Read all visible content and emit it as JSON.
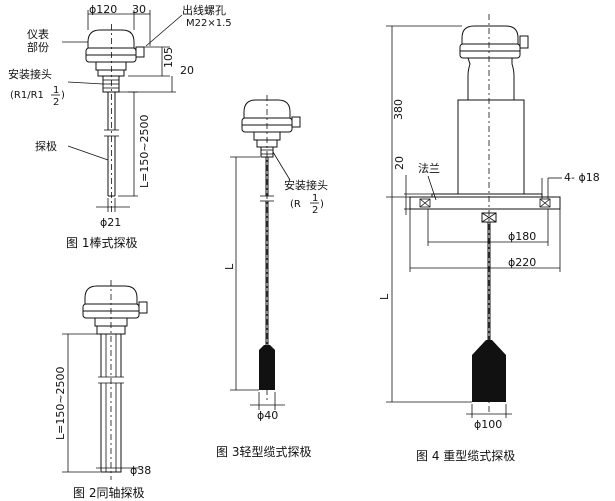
{
  "figures": [
    {
      "caption": "图 1棒式探极",
      "labels": {
        "head_dia": "ϕ120",
        "offset_30": "30",
        "thread_title": "出线螺孔",
        "thread_spec": "M22×1.5",
        "meter_l1": "仪表",
        "meter_l2": "部份",
        "fitting_l1": "安装接头",
        "fitting_l2": "(R1/R1",
        "fitting_frac_num": "1",
        "fitting_frac_den": "2",
        "height_105": "105",
        "dim_20": "20",
        "probe": "探极",
        "length": "L=150~2500",
        "rod_dia": "ϕ21"
      }
    },
    {
      "caption": "图 2同轴探极",
      "labels": {
        "length": "L=150~2500",
        "rod_dia": "ϕ38"
      }
    },
    {
      "caption": "图 3轻型缆式探极",
      "labels": {
        "fitting_l1": "安装接头",
        "fitting_l2": "(R",
        "fitting_frac_num": "1",
        "fitting_frac_den": "2",
        "length": "L",
        "weight_dia": "ϕ40"
      }
    },
    {
      "caption": "图 4 重型缆式探极",
      "labels": {
        "height_380": "380",
        "dim_20": "20",
        "flange": "法兰",
        "holes": "4- ϕ18",
        "dia_180": "ϕ180",
        "dia_220": "ϕ220",
        "length": "L",
        "weight_dia": "ϕ100"
      }
    }
  ]
}
